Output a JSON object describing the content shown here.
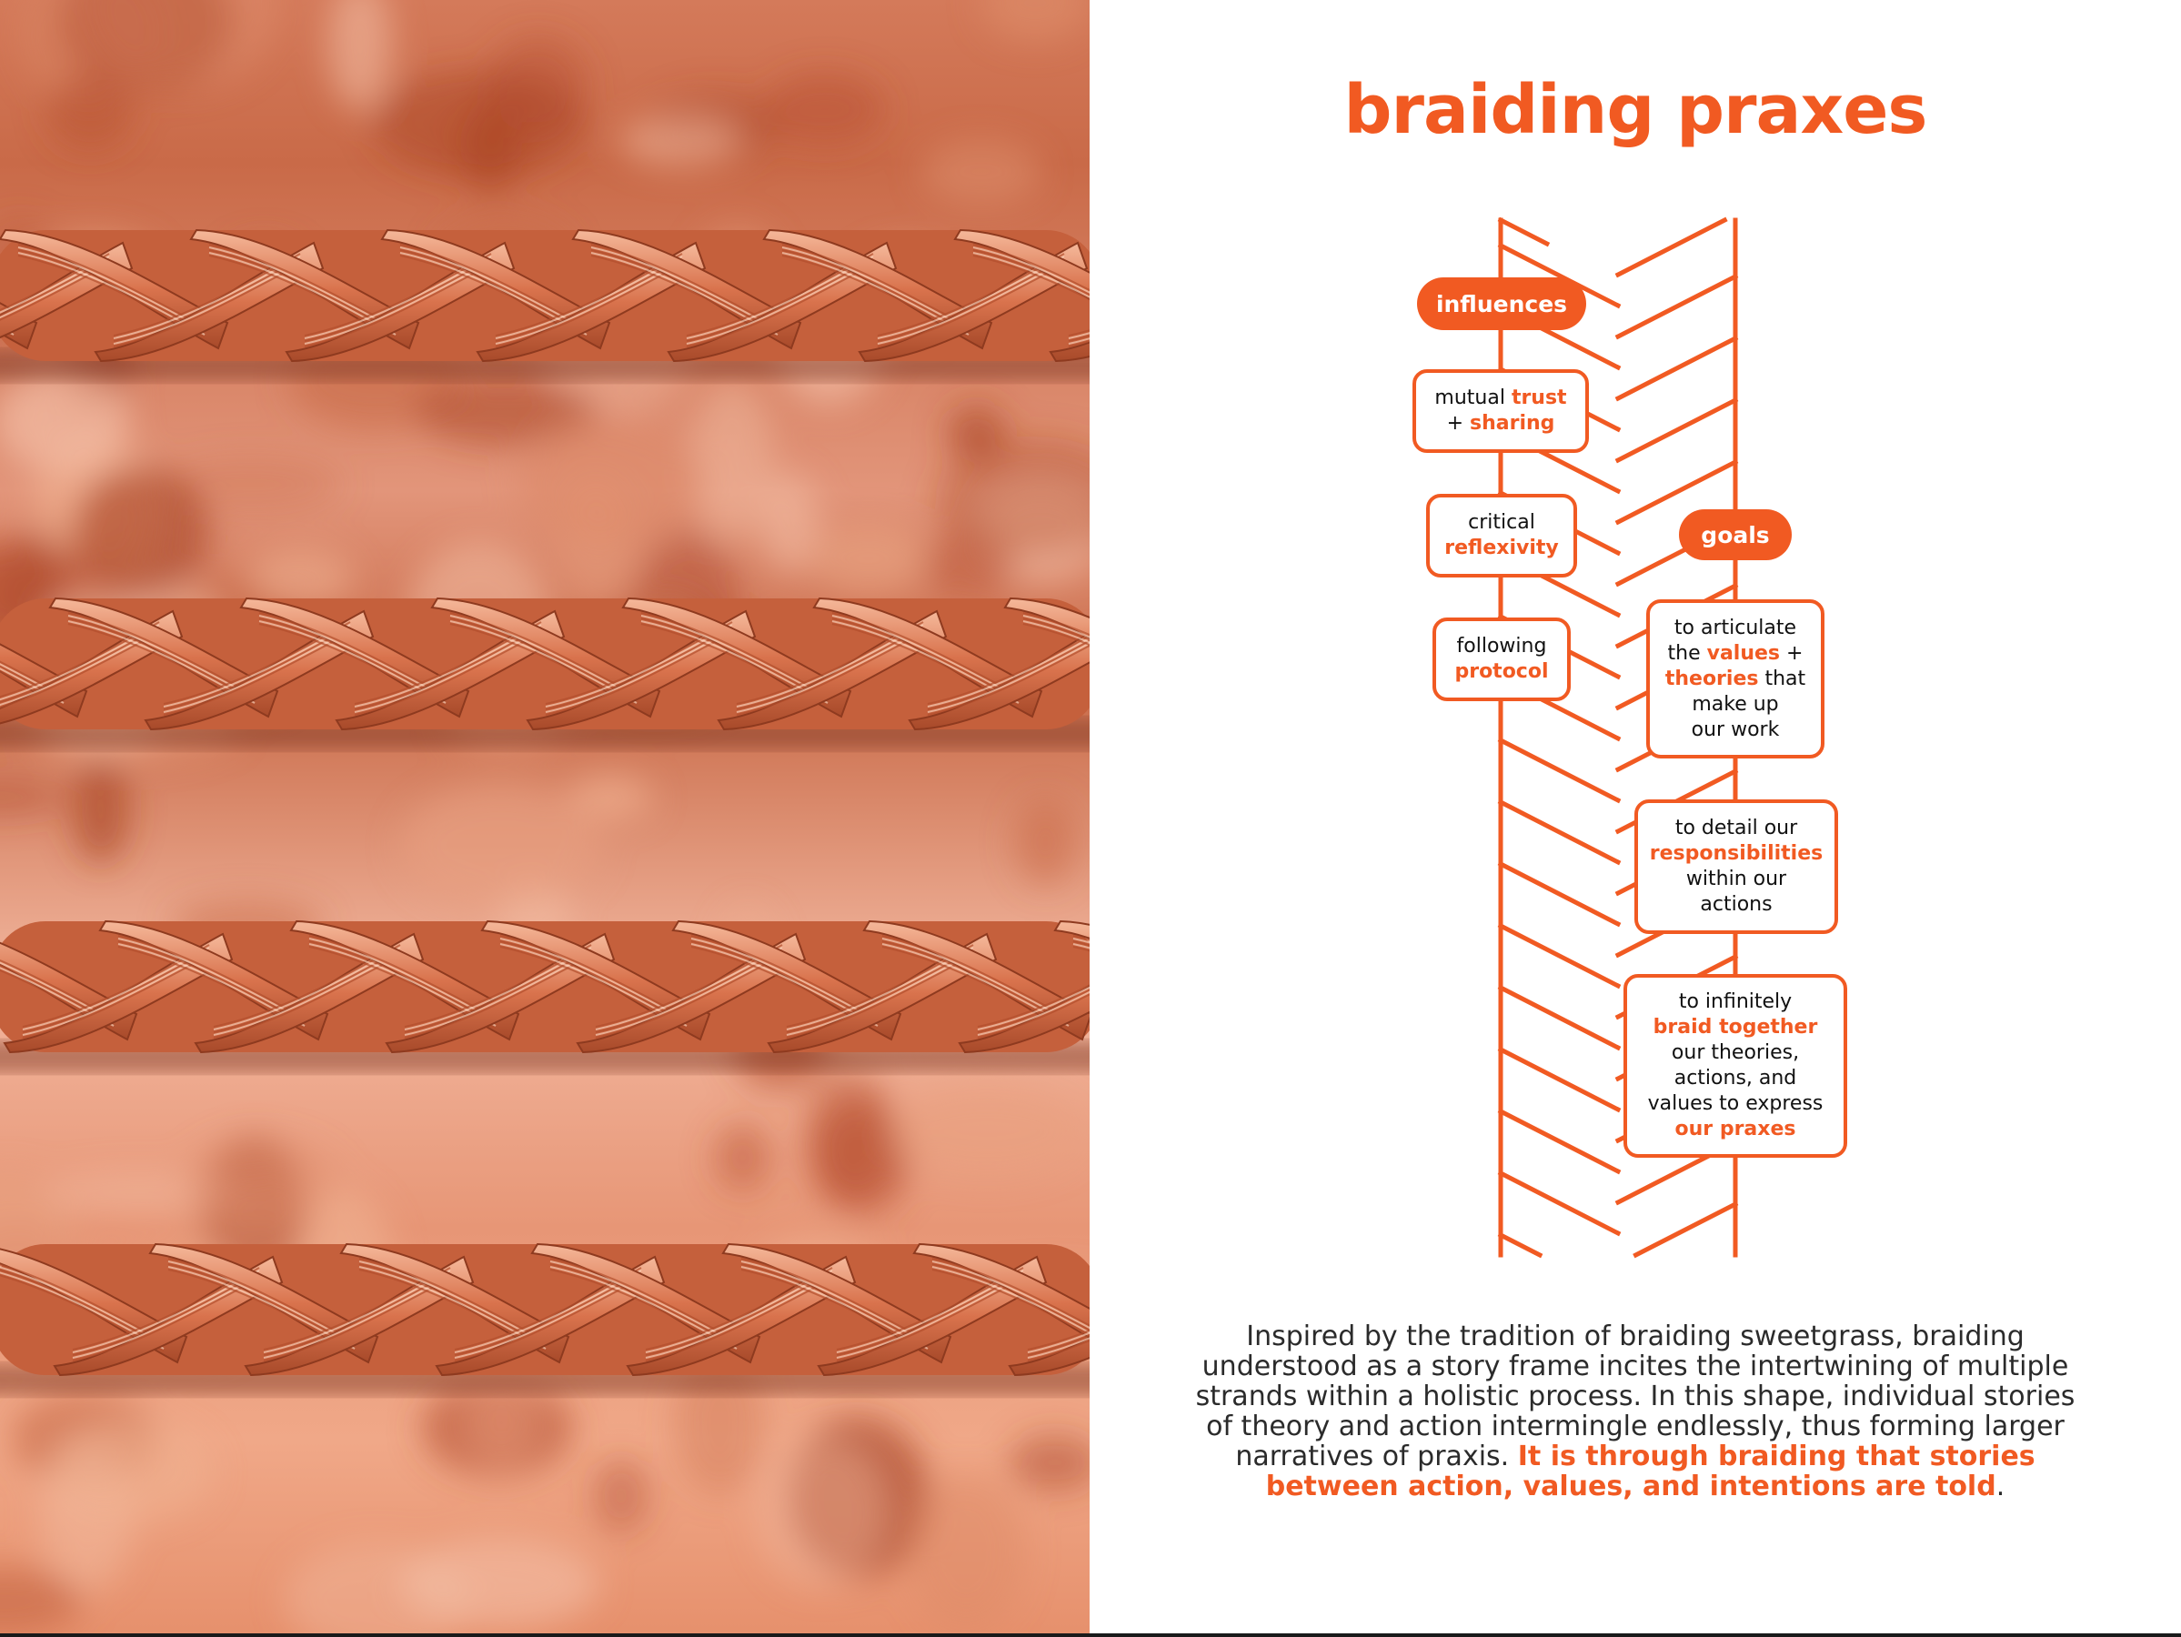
{
  "title": "braiding praxes",
  "colors": {
    "accent": "#f15a22",
    "text": "#2b2b2b",
    "photo_tint": "#d97a58"
  },
  "photo": {
    "subject": "four horizontal sweetgrass braids",
    "count": 4
  },
  "diagram": {
    "influences_label": "influences",
    "goals_label": "goals",
    "influences": [
      {
        "lines": [
          [
            {
              "t": "mutual "
            },
            {
              "t": "trust",
              "h": true
            }
          ],
          [
            {
              "t": "+ "
            },
            {
              "t": "sharing",
              "h": true
            }
          ]
        ]
      },
      {
        "lines": [
          [
            {
              "t": "critical"
            }
          ],
          [
            {
              "t": "reflexivity",
              "h": true
            }
          ]
        ]
      },
      {
        "lines": [
          [
            {
              "t": "following"
            }
          ],
          [
            {
              "t": "protocol",
              "h": true
            }
          ]
        ]
      }
    ],
    "goals": [
      {
        "lines": [
          [
            {
              "t": "to articulate"
            }
          ],
          [
            {
              "t": "the "
            },
            {
              "t": "values",
              "h": true
            },
            {
              "t": " +"
            }
          ],
          [
            {
              "t": "theories",
              "h": true
            },
            {
              "t": " that"
            }
          ],
          [
            {
              "t": "make up"
            }
          ],
          [
            {
              "t": "our work"
            }
          ]
        ]
      },
      {
        "lines": [
          [
            {
              "t": "to detail our"
            }
          ],
          [
            {
              "t": "responsibilities",
              "h": true
            }
          ],
          [
            {
              "t": "within our"
            }
          ],
          [
            {
              "t": "actions"
            }
          ]
        ]
      },
      {
        "lines": [
          [
            {
              "t": "to infinitely"
            }
          ],
          [
            {
              "t": "braid together",
              "h": true
            }
          ],
          [
            {
              "t": "our theories,"
            }
          ],
          [
            {
              "t": "actions, and"
            }
          ],
          [
            {
              "t": "values to express"
            }
          ],
          [
            {
              "t": "our praxes",
              "h": true
            }
          ]
        ]
      }
    ]
  },
  "caption": {
    "plain": "Inspired by the tradition of braiding sweetgrass, braiding understood as a story frame incites the intertwining of multiple strands within a holistic process. In this shape, individual stories of theory and action intermingle endlessly, thus forming larger narratives of praxis.",
    "highlight": "It is through braiding that stories between action, values, and intentions are told",
    "end": "."
  }
}
